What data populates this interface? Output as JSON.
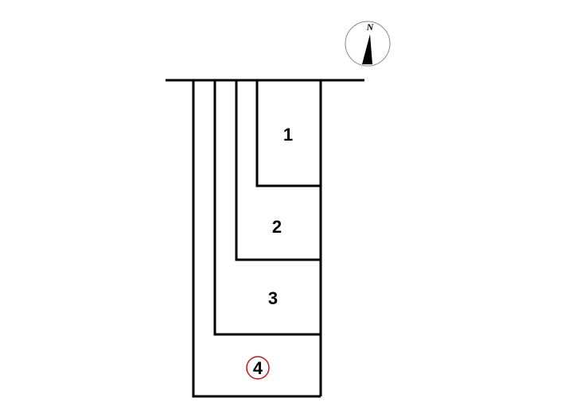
{
  "compass": {
    "label": "N",
    "icon": "north-arrow-icon"
  },
  "lots": [
    {
      "label": "1",
      "highlighted": false
    },
    {
      "label": "2",
      "highlighted": false
    },
    {
      "label": "3",
      "highlighted": false
    },
    {
      "label": "4",
      "highlighted": true
    }
  ],
  "colors": {
    "line": "#000000",
    "highlight": "#cc1111"
  }
}
